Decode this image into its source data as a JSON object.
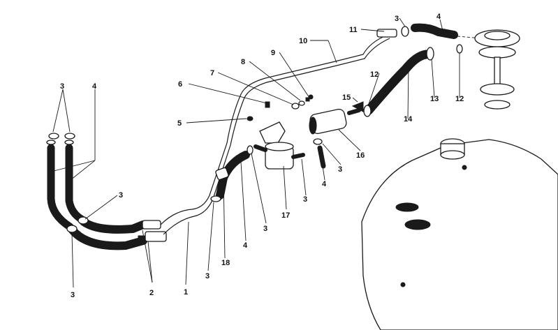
{
  "callouts": {
    "c1": "1",
    "c2": "2",
    "c3a": "3",
    "c3b": "3",
    "c3c": "3",
    "c3d": "3",
    "c3e": "3",
    "c3f": "3",
    "c3g": "3",
    "c3h": "3",
    "c4a": "4",
    "c4b": "4",
    "c4c": "4",
    "c4d": "4",
    "c5": "5",
    "c6": "6",
    "c7": "7",
    "c8": "8",
    "c9": "9",
    "c10": "10",
    "c11": "11",
    "c12a": "12",
    "c12b": "12",
    "c13": "13",
    "c14": "14",
    "c15": "15",
    "c16": "16",
    "c17": "17",
    "c18": "18"
  }
}
